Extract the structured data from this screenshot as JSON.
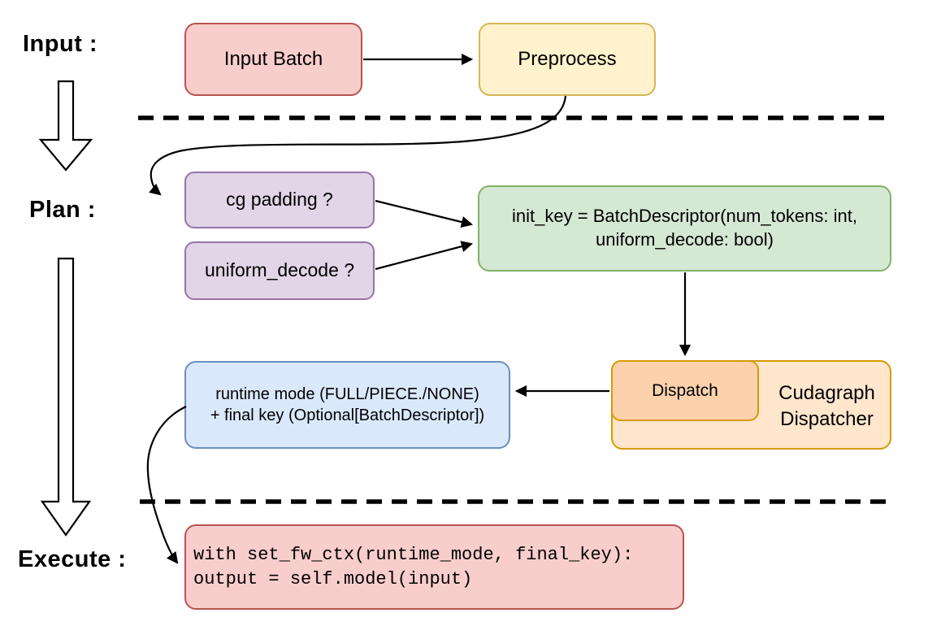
{
  "sections": {
    "input_label": "Input :",
    "plan_label": "Plan :",
    "execute_label": "Execute :"
  },
  "nodes": {
    "input_batch": {
      "label": "Input Batch"
    },
    "preprocess": {
      "label": "Preprocess"
    },
    "cg_padding": {
      "label": "cg padding ?"
    },
    "uniform_decode": {
      "label": "uniform_decode ?"
    },
    "init_key": {
      "line1": "init_key = BatchDescriptor(num_tokens: int,",
      "line2": "uniform_decode: bool)"
    },
    "dispatch": {
      "label": "Dispatch"
    },
    "cudagraph_dispatcher": {
      "line1": "Cudagraph",
      "line2": "Dispatcher"
    },
    "runtime_result": {
      "line1": "runtime mode (FULL/PIECE./NONE)",
      "line2": "+ final key (Optional[BatchDescriptor])"
    },
    "execute_code": {
      "line1": "with set_fw_ctx(runtime_mode, final_key):",
      "line2": "    output = self.model(input)"
    }
  },
  "colors": {
    "red_fill": "#f8cecc",
    "red_stroke": "#b85450",
    "yellow_fill": "#fff2cc",
    "yellow_stroke": "#d6b656",
    "purple_fill": "#e1d5e7",
    "purple_stroke": "#9673a6",
    "green_fill": "#d5e8d4",
    "green_stroke": "#82b366",
    "orange_fill": "#ffe6cc",
    "orange_inner_fill": "#fcd2ad",
    "orange_stroke": "#d79b00",
    "blue_fill": "#dae8fc",
    "blue_stroke": "#6c8ebf",
    "line": "#000000"
  }
}
